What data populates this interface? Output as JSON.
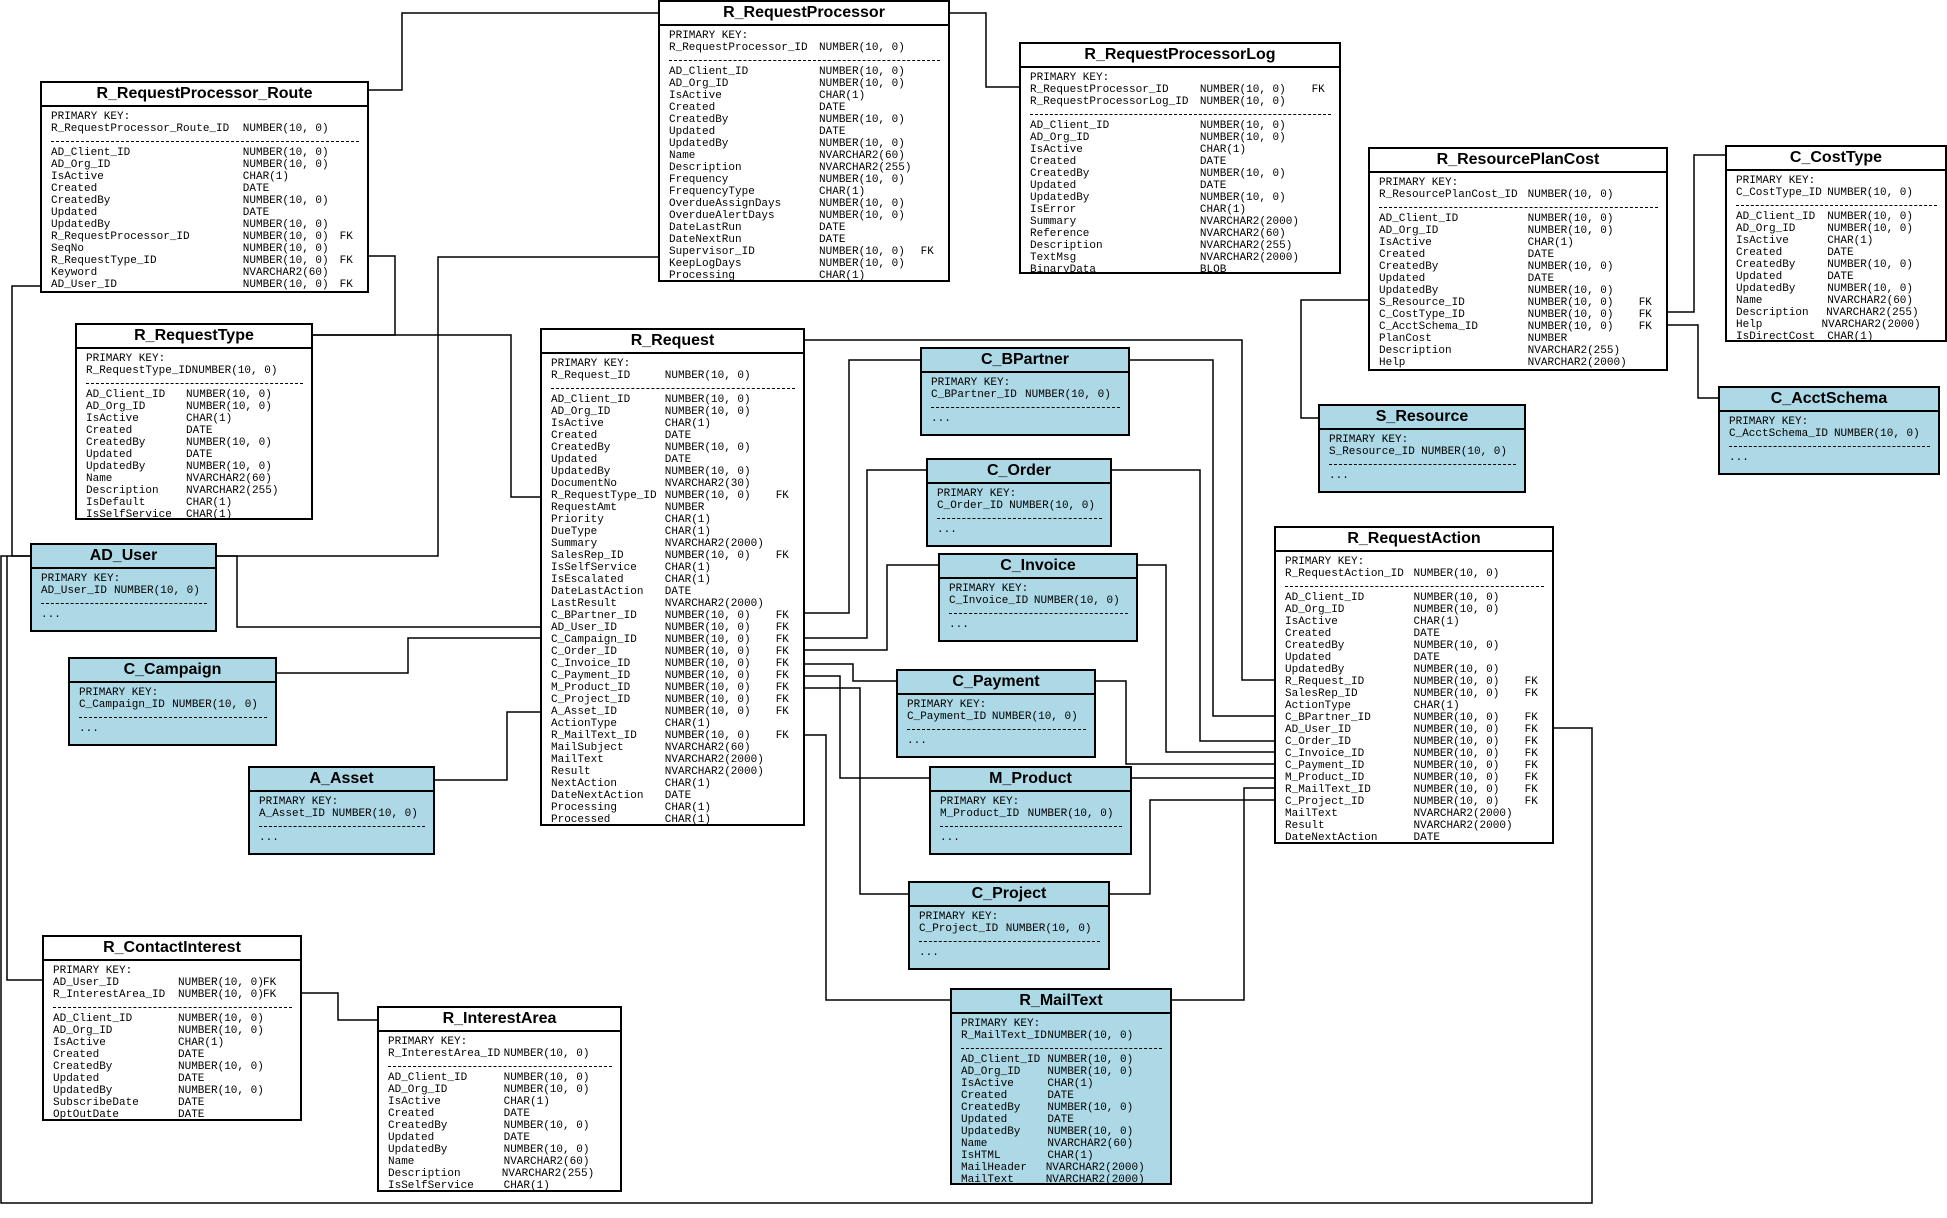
{
  "entities": {
    "route": {
      "title": "R_RequestProcessor_Route",
      "pk_label": "PRIMARY KEY:",
      "pk": [
        [
          "R_RequestProcessor_Route_ID",
          "NUMBER(10, 0)",
          ""
        ]
      ],
      "cols": [
        [
          "AD_Client_ID",
          "NUMBER(10, 0)",
          ""
        ],
        [
          "AD_Org_ID",
          "NUMBER(10, 0)",
          ""
        ],
        [
          "IsActive",
          "CHAR(1)",
          ""
        ],
        [
          "Created",
          "DATE",
          ""
        ],
        [
          "CreatedBy",
          "NUMBER(10, 0)",
          ""
        ],
        [
          "Updated",
          "DATE",
          ""
        ],
        [
          "UpdatedBy",
          "NUMBER(10, 0)",
          ""
        ],
        [
          "R_RequestProcessor_ID",
          "NUMBER(10, 0)",
          "FK"
        ],
        [
          "SeqNo",
          "NUMBER(10, 0)",
          ""
        ],
        [
          "R_RequestType_ID",
          "NUMBER(10, 0)",
          "FK"
        ],
        [
          "Keyword",
          "NVARCHAR2(60)",
          ""
        ],
        [
          "AD_User_ID",
          "NUMBER(10, 0)",
          "FK"
        ]
      ]
    },
    "proc": {
      "title": "R_RequestProcessor",
      "pk_label": "PRIMARY KEY:",
      "pk": [
        [
          "R_RequestProcessor_ID",
          "NUMBER(10, 0)",
          ""
        ]
      ],
      "cols": [
        [
          "AD_Client_ID",
          "NUMBER(10, 0)",
          ""
        ],
        [
          "AD_Org_ID",
          "NUMBER(10, 0)",
          ""
        ],
        [
          "IsActive",
          "CHAR(1)",
          ""
        ],
        [
          "Created",
          "DATE",
          ""
        ],
        [
          "CreatedBy",
          "NUMBER(10, 0)",
          ""
        ],
        [
          "Updated",
          "DATE",
          ""
        ],
        [
          "UpdatedBy",
          "NUMBER(10, 0)",
          ""
        ],
        [
          "Name",
          "NVARCHAR2(60)",
          ""
        ],
        [
          "Description",
          "NVARCHAR2(255)",
          ""
        ],
        [
          "Frequency",
          "NUMBER(10, 0)",
          ""
        ],
        [
          "FrequencyType",
          "CHAR(1)",
          ""
        ],
        [
          "OverdueAssignDays",
          "NUMBER(10, 0)",
          ""
        ],
        [
          "OverdueAlertDays",
          "NUMBER(10, 0)",
          ""
        ],
        [
          "DateLastRun",
          "DATE",
          ""
        ],
        [
          "DateNextRun",
          "DATE",
          ""
        ],
        [
          "Supervisor_ID",
          "NUMBER(10, 0)",
          "FK"
        ],
        [
          "KeepLogDays",
          "NUMBER(10, 0)",
          ""
        ],
        [
          "Processing",
          "CHAR(1)",
          ""
        ]
      ]
    },
    "plog": {
      "title": "R_RequestProcessorLog",
      "pk_label": "PRIMARY KEY:",
      "pk": [
        [
          "R_RequestProcessor_ID",
          "NUMBER(10, 0)",
          "FK"
        ],
        [
          "R_RequestProcessorLog_ID",
          "NUMBER(10, 0)",
          ""
        ]
      ],
      "cols": [
        [
          "AD_Client_ID",
          "NUMBER(10, 0)",
          ""
        ],
        [
          "AD_Org_ID",
          "NUMBER(10, 0)",
          ""
        ],
        [
          "IsActive",
          "CHAR(1)",
          ""
        ],
        [
          "Created",
          "DATE",
          ""
        ],
        [
          "CreatedBy",
          "NUMBER(10, 0)",
          ""
        ],
        [
          "Updated",
          "DATE",
          ""
        ],
        [
          "UpdatedBy",
          "NUMBER(10, 0)",
          ""
        ],
        [
          "IsError",
          "CHAR(1)",
          ""
        ],
        [
          "Summary",
          "NVARCHAR2(2000)",
          ""
        ],
        [
          "Reference",
          "NVARCHAR2(60)",
          ""
        ],
        [
          "Description",
          "NVARCHAR2(255)",
          ""
        ],
        [
          "TextMsg",
          "NVARCHAR2(2000)",
          ""
        ],
        [
          "BinaryData",
          "BLOB",
          ""
        ]
      ]
    },
    "rtype": {
      "title": "R_RequestType",
      "pk_label": "PRIMARY KEY:",
      "pk": [
        [
          "R_RequestType_ID",
          "NUMBER(10, 0)",
          ""
        ]
      ],
      "cols": [
        [
          "AD_Client_ID",
          "NUMBER(10, 0)",
          ""
        ],
        [
          "AD_Org_ID",
          "NUMBER(10, 0)",
          ""
        ],
        [
          "IsActive",
          "CHAR(1)",
          ""
        ],
        [
          "Created",
          "DATE",
          ""
        ],
        [
          "CreatedBy",
          "NUMBER(10, 0)",
          ""
        ],
        [
          "Updated",
          "DATE",
          ""
        ],
        [
          "UpdatedBy",
          "NUMBER(10, 0)",
          ""
        ],
        [
          "Name",
          "NVARCHAR2(60)",
          ""
        ],
        [
          "Description",
          "NVARCHAR2(255)",
          ""
        ],
        [
          "IsDefault",
          "CHAR(1)",
          ""
        ],
        [
          "IsSelfService",
          "CHAR(1)",
          ""
        ]
      ]
    },
    "req": {
      "title": "R_Request",
      "pk_label": "PRIMARY KEY:",
      "pk": [
        [
          "R_Request_ID",
          "NUMBER(10, 0)",
          ""
        ]
      ],
      "cols": [
        [
          "AD_Client_ID",
          "NUMBER(10, 0)",
          ""
        ],
        [
          "AD_Org_ID",
          "NUMBER(10, 0)",
          ""
        ],
        [
          "IsActive",
          "CHAR(1)",
          ""
        ],
        [
          "Created",
          "DATE",
          ""
        ],
        [
          "CreatedBy",
          "NUMBER(10, 0)",
          ""
        ],
        [
          "Updated",
          "DATE",
          ""
        ],
        [
          "UpdatedBy",
          "NUMBER(10, 0)",
          ""
        ],
        [
          "DocumentNo",
          "NVARCHAR2(30)",
          ""
        ],
        [
          "R_RequestType_ID",
          "NUMBER(10, 0)",
          "FK"
        ],
        [
          "RequestAmt",
          "NUMBER",
          ""
        ],
        [
          "Priority",
          "CHAR(1)",
          ""
        ],
        [
          "DueType",
          "CHAR(1)",
          ""
        ],
        [
          "Summary",
          "NVARCHAR2(2000)",
          ""
        ],
        [
          "SalesRep_ID",
          "NUMBER(10, 0)",
          "FK"
        ],
        [
          "IsSelfService",
          "CHAR(1)",
          ""
        ],
        [
          "IsEscalated",
          "CHAR(1)",
          ""
        ],
        [
          "DateLastAction",
          "DATE",
          ""
        ],
        [
          "LastResult",
          "NVARCHAR2(2000)",
          ""
        ],
        [
          "C_BPartner_ID",
          "NUMBER(10, 0)",
          "FK"
        ],
        [
          "AD_User_ID",
          "NUMBER(10, 0)",
          "FK"
        ],
        [
          "C_Campaign_ID",
          "NUMBER(10, 0)",
          "FK"
        ],
        [
          "C_Order_ID",
          "NUMBER(10, 0)",
          "FK"
        ],
        [
          "C_Invoice_ID",
          "NUMBER(10, 0)",
          "FK"
        ],
        [
          "C_Payment_ID",
          "NUMBER(10, 0)",
          "FK"
        ],
        [
          "M_Product_ID",
          "NUMBER(10, 0)",
          "FK"
        ],
        [
          "C_Project_ID",
          "NUMBER(10, 0)",
          "FK"
        ],
        [
          "A_Asset_ID",
          "NUMBER(10, 0)",
          "FK"
        ],
        [
          "ActionType",
          "CHAR(1)",
          ""
        ],
        [
          "R_MailText_ID",
          "NUMBER(10, 0)",
          "FK"
        ],
        [
          "MailSubject",
          "NVARCHAR2(60)",
          ""
        ],
        [
          "MailText",
          "NVARCHAR2(2000)",
          ""
        ],
        [
          "Result",
          "NVARCHAR2(2000)",
          ""
        ],
        [
          "NextAction",
          "CHAR(1)",
          ""
        ],
        [
          "DateNextAction",
          "DATE",
          ""
        ],
        [
          "Processing",
          "CHAR(1)",
          ""
        ],
        [
          "Processed",
          "CHAR(1)",
          ""
        ]
      ]
    },
    "act": {
      "title": "R_RequestAction",
      "pk_label": "PRIMARY KEY:",
      "pk": [
        [
          "R_RequestAction_ID",
          "NUMBER(10, 0)",
          ""
        ]
      ],
      "cols": [
        [
          "AD_Client_ID",
          "NUMBER(10, 0)",
          ""
        ],
        [
          "AD_Org_ID",
          "NUMBER(10, 0)",
          ""
        ],
        [
          "IsActive",
          "CHAR(1)",
          ""
        ],
        [
          "Created",
          "DATE",
          ""
        ],
        [
          "CreatedBy",
          "NUMBER(10, 0)",
          ""
        ],
        [
          "Updated",
          "DATE",
          ""
        ],
        [
          "UpdatedBy",
          "NUMBER(10, 0)",
          ""
        ],
        [
          "R_Request_ID",
          "NUMBER(10, 0)",
          "FK"
        ],
        [
          "SalesRep_ID",
          "NUMBER(10, 0)",
          "FK"
        ],
        [
          "ActionType",
          "CHAR(1)",
          ""
        ],
        [
          "C_BPartner_ID",
          "NUMBER(10, 0)",
          "FK"
        ],
        [
          "AD_User_ID",
          "NUMBER(10, 0)",
          "FK"
        ],
        [
          "C_Order_ID",
          "NUMBER(10, 0)",
          "FK"
        ],
        [
          "C_Invoice_ID",
          "NUMBER(10, 0)",
          "FK"
        ],
        [
          "C_Payment_ID",
          "NUMBER(10, 0)",
          "FK"
        ],
        [
          "M_Product_ID",
          "NUMBER(10, 0)",
          "FK"
        ],
        [
          "R_MailText_ID",
          "NUMBER(10, 0)",
          "FK"
        ],
        [
          "C_Project_ID",
          "NUMBER(10, 0)",
          "FK"
        ],
        [
          "MailText",
          "NVARCHAR2(2000)",
          ""
        ],
        [
          "Result",
          "NVARCHAR2(2000)",
          ""
        ],
        [
          "DateNextAction",
          "DATE",
          ""
        ]
      ]
    },
    "cost": {
      "title": "R_ResourcePlanCost",
      "pk_label": "PRIMARY KEY:",
      "pk": [
        [
          "R_ResourcePlanCost_ID",
          "NUMBER(10, 0)",
          ""
        ]
      ],
      "cols": [
        [
          "AD_Client_ID",
          "NUMBER(10, 0)",
          ""
        ],
        [
          "AD_Org_ID",
          "NUMBER(10, 0)",
          ""
        ],
        [
          "IsActive",
          "CHAR(1)",
          ""
        ],
        [
          "Created",
          "DATE",
          ""
        ],
        [
          "CreatedBy",
          "NUMBER(10, 0)",
          ""
        ],
        [
          "Updated",
          "DATE",
          ""
        ],
        [
          "UpdatedBy",
          "NUMBER(10, 0)",
          ""
        ],
        [
          "S_Resource_ID",
          "NUMBER(10, 0)",
          "FK"
        ],
        [
          "C_CostType_ID",
          "NUMBER(10, 0)",
          "FK"
        ],
        [
          "C_AcctSchema_ID",
          "NUMBER(10, 0)",
          "FK"
        ],
        [
          "PlanCost",
          "NUMBER",
          ""
        ],
        [
          "Description",
          "NVARCHAR2(255)",
          ""
        ],
        [
          "Help",
          "NVARCHAR2(2000)",
          ""
        ]
      ]
    },
    "ctype": {
      "title": "C_CostType",
      "pk_label": "PRIMARY KEY:",
      "pk": [
        [
          "C_CostType_ID",
          "NUMBER(10, 0)",
          ""
        ]
      ],
      "cols": [
        [
          "AD_Client_ID",
          "NUMBER(10, 0)",
          ""
        ],
        [
          "AD_Org_ID",
          "NUMBER(10, 0)",
          ""
        ],
        [
          "IsActive",
          "CHAR(1)",
          ""
        ],
        [
          "Created",
          "DATE",
          ""
        ],
        [
          "CreatedBy",
          "NUMBER(10, 0)",
          ""
        ],
        [
          "Updated",
          "DATE",
          ""
        ],
        [
          "UpdatedBy",
          "NUMBER(10, 0)",
          ""
        ],
        [
          "Name",
          "NVARCHAR2(60)",
          ""
        ],
        [
          "Description",
          "NVARCHAR2(255)",
          ""
        ],
        [
          "Help",
          "NVARCHAR2(2000)",
          ""
        ],
        [
          "IsDirectCost",
          "CHAR(1)",
          ""
        ]
      ]
    },
    "ci": {
      "title": "R_ContactInterest",
      "pk_label": "PRIMARY KEY:",
      "pk": [
        [
          "AD_User_ID",
          "NUMBER(10, 0)",
          "FK"
        ],
        [
          "R_InterestArea_ID",
          "NUMBER(10, 0)",
          "FK"
        ]
      ],
      "cols": [
        [
          "AD_Client_ID",
          "NUMBER(10, 0)",
          ""
        ],
        [
          "AD_Org_ID",
          "NUMBER(10, 0)",
          ""
        ],
        [
          "IsActive",
          "CHAR(1)",
          ""
        ],
        [
          "Created",
          "DATE",
          ""
        ],
        [
          "CreatedBy",
          "NUMBER(10, 0)",
          ""
        ],
        [
          "Updated",
          "DATE",
          ""
        ],
        [
          "UpdatedBy",
          "NUMBER(10, 0)",
          ""
        ],
        [
          "SubscribeDate",
          "DATE",
          ""
        ],
        [
          "OptOutDate",
          "DATE",
          ""
        ]
      ]
    },
    "ia": {
      "title": "R_InterestArea",
      "pk_label": "PRIMARY KEY:",
      "pk": [
        [
          "R_InterestArea_ID",
          "NUMBER(10, 0)",
          ""
        ]
      ],
      "cols": [
        [
          "AD_Client_ID",
          "NUMBER(10, 0)",
          ""
        ],
        [
          "AD_Org_ID",
          "NUMBER(10, 0)",
          ""
        ],
        [
          "IsActive",
          "CHAR(1)",
          ""
        ],
        [
          "Created",
          "DATE",
          ""
        ],
        [
          "CreatedBy",
          "NUMBER(10, 0)",
          ""
        ],
        [
          "Updated",
          "DATE",
          ""
        ],
        [
          "UpdatedBy",
          "NUMBER(10, 0)",
          ""
        ],
        [
          "Name",
          "NVARCHAR2(60)",
          ""
        ],
        [
          "Description",
          "NVARCHAR2(255)",
          ""
        ],
        [
          "IsSelfService",
          "CHAR(1)",
          ""
        ]
      ]
    },
    "mail": {
      "title": "R_MailText",
      "pk_label": "PRIMARY KEY:",
      "pk": [
        [
          "R_MailText_ID",
          "NUMBER(10, 0)",
          ""
        ]
      ],
      "cols": [
        [
          "AD_Client_ID",
          "NUMBER(10, 0)",
          ""
        ],
        [
          "AD_Org_ID",
          "NUMBER(10, 0)",
          ""
        ],
        [
          "IsActive",
          "CHAR(1)",
          ""
        ],
        [
          "Created",
          "DATE",
          ""
        ],
        [
          "CreatedBy",
          "NUMBER(10, 0)",
          ""
        ],
        [
          "Updated",
          "DATE",
          ""
        ],
        [
          "UpdatedBy",
          "NUMBER(10, 0)",
          ""
        ],
        [
          "Name",
          "NVARCHAR2(60)",
          ""
        ],
        [
          "IsHTML",
          "CHAR(1)",
          ""
        ],
        [
          "MailHeader",
          "NVARCHAR2(2000)",
          ""
        ],
        [
          "MailText",
          "NVARCHAR2(2000)",
          ""
        ]
      ]
    },
    "bpartner": {
      "title": "C_BPartner",
      "pk_label": "PRIMARY KEY:",
      "pk": [
        [
          "C_BPartner_ID",
          "NUMBER(10, 0)",
          ""
        ]
      ],
      "more": "..."
    },
    "order": {
      "title": "C_Order",
      "pk_label": "PRIMARY KEY:",
      "pk": [
        [
          "C_Order_ID",
          "NUMBER(10, 0)",
          ""
        ]
      ],
      "more": "..."
    },
    "invoice": {
      "title": "C_Invoice",
      "pk_label": "PRIMARY KEY:",
      "pk": [
        [
          "C_Invoice_ID",
          "NUMBER(10, 0)",
          ""
        ]
      ],
      "more": "..."
    },
    "payment": {
      "title": "C_Payment",
      "pk_label": "PRIMARY KEY:",
      "pk": [
        [
          "C_Payment_ID",
          "NUMBER(10, 0)",
          ""
        ]
      ],
      "more": "..."
    },
    "product": {
      "title": "M_Product",
      "pk_label": "PRIMARY KEY:",
      "pk": [
        [
          "M_Product_ID",
          "NUMBER(10, 0)",
          ""
        ]
      ],
      "more": "..."
    },
    "project": {
      "title": "C_Project",
      "pk_label": "PRIMARY KEY:",
      "pk": [
        [
          "C_Project_ID",
          "NUMBER(10, 0)",
          ""
        ]
      ],
      "more": "..."
    },
    "aduser": {
      "title": "AD_User",
      "pk_label": "PRIMARY KEY:",
      "pk": [
        [
          "AD_User_ID",
          "NUMBER(10, 0)",
          ""
        ]
      ],
      "more": "..."
    },
    "campaign": {
      "title": "C_Campaign",
      "pk_label": "PRIMARY KEY:",
      "pk": [
        [
          "C_Campaign_ID",
          "NUMBER(10, 0)",
          ""
        ]
      ],
      "more": "..."
    },
    "asset": {
      "title": "A_Asset",
      "pk_label": "PRIMARY KEY:",
      "pk": [
        [
          "A_Asset_ID",
          "NUMBER(10, 0)",
          ""
        ]
      ],
      "more": "..."
    },
    "resource": {
      "title": "S_Resource",
      "pk_label": "PRIMARY KEY:",
      "pk": [
        [
          "S_Resource_ID",
          "NUMBER(10, 0)",
          ""
        ]
      ],
      "more": "..."
    },
    "acctschema": {
      "title": "C_AcctSchema",
      "pk_label": "PRIMARY KEY:",
      "pk": [
        [
          "C_AcctSchema_ID",
          "NUMBER(10, 0)",
          ""
        ]
      ],
      "more": "..."
    }
  },
  "colors": {
    "external_table_fill": "#add8e6",
    "table_fill": "#ffffff",
    "line": "#000000"
  }
}
